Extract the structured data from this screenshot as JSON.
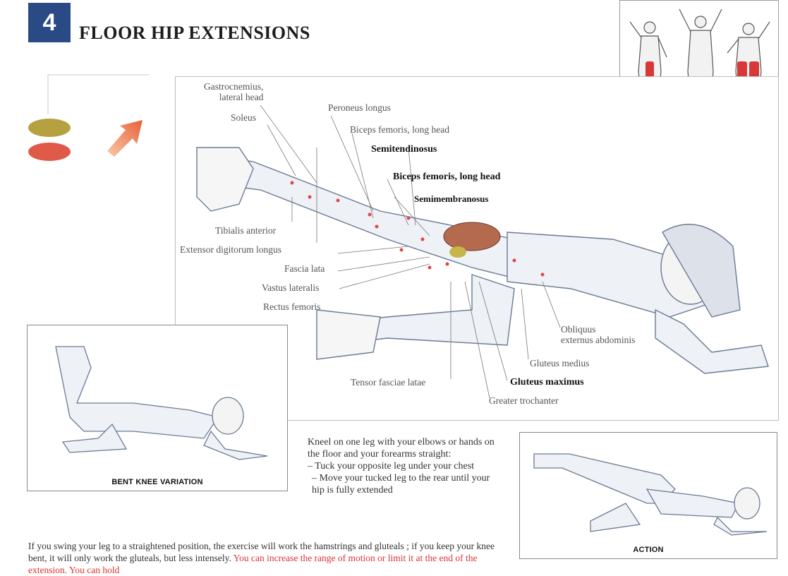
{
  "header": {
    "number": "4",
    "title": "FLOOR HIP EXTENSIONS"
  },
  "legend": {
    "dot_primary_color": "#b5a13f",
    "dot_secondary_color": "#e05a4a",
    "arrow_icon": "arrow-up-right-icon"
  },
  "muscles": {
    "gastrocnemius": "Gastrocnemius,\nlateral head",
    "soleus": "Soleus",
    "peroneus": "Peroneus longus",
    "biceps_small": "Biceps femoris, long head",
    "semitendinosus": "Semitendinosus",
    "biceps_bold": "Biceps femoris, long head",
    "semimembranosus": "Semimembranosus",
    "tibialis": "Tibialis anterior",
    "extensor": "Extensor digitorum longus",
    "fascia": "Fascia lata",
    "vastus": "Vastus lateralis",
    "rectus": "Rectus femoris",
    "obliquus": "Obliquus\nexternus abdominis",
    "gluteus_medius": "Gluteus medius",
    "gluteus_maximus": "Gluteus maximus",
    "tensor": "Tensor fasciae latae",
    "trochanter": "Greater trochanter"
  },
  "captions": {
    "bent_knee": "BENT KNEE VARIATION",
    "action": "ACTION"
  },
  "instructions": {
    "line1": "Kneel on one leg with your elbows or hands on the floor and your forearms straight:",
    "line2": "– Tuck your opposite leg under your chest",
    "line3": "– Move your tucked leg to the rear until your hip is fully extended"
  },
  "bottom": {
    "text": "If you swing your leg to a straightened position, the exercise will work the hamstrings and gluteals ; if you keep your knee bent, it will only work the gluteals, but less intensely.",
    "red_text": "You can increase the range of motion or limit it at the end of the extension. You can hold"
  }
}
